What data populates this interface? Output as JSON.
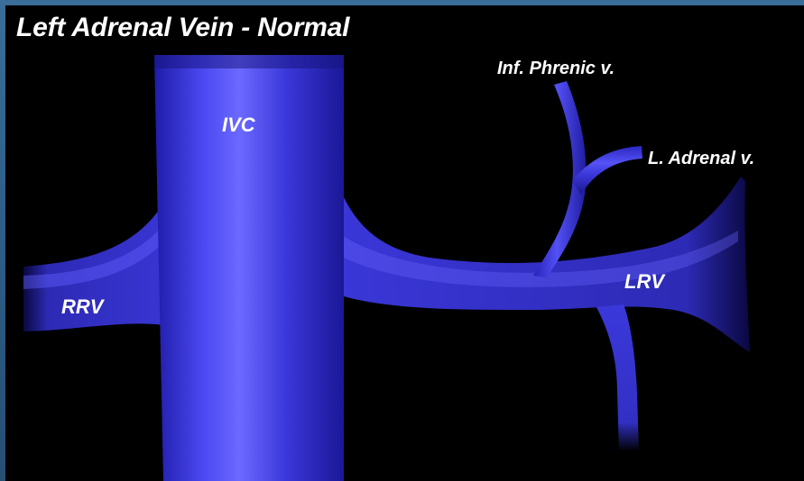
{
  "title": "Left Adrenal Vein - Normal",
  "labels": {
    "ivc": "IVC",
    "rrv": "RRV",
    "lrv": "LRV",
    "inf_phrenic": "Inf. Phrenic v.",
    "l_adrenal": "L. Adrenal v."
  },
  "colors": {
    "vein": "#3a37d9",
    "vein_light": "#6a68ff",
    "vein_dark": "#1a178a",
    "background": "#000000",
    "frame": "#2f5e86",
    "text": "#ffffff"
  }
}
